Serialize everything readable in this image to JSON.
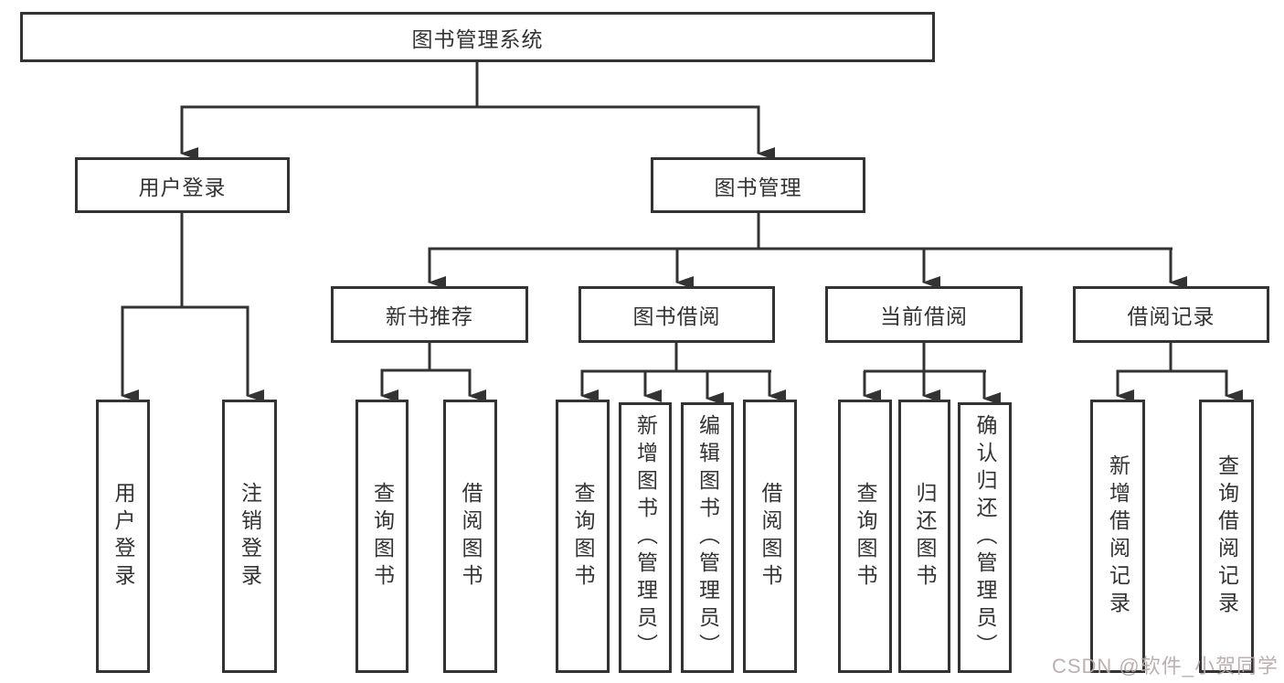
{
  "diagram": {
    "root": {
      "label": "图书管理系统"
    },
    "branches": [
      {
        "label": "用户登录",
        "children": [
          {
            "label": "用户登录"
          },
          {
            "label": "注销登录"
          }
        ]
      },
      {
        "label": "图书管理",
        "children": [
          {
            "label": "新书推荐",
            "children": [
              {
                "label": "查询图书"
              },
              {
                "label": "借阅图书"
              }
            ]
          },
          {
            "label": "图书借阅",
            "children": [
              {
                "label": "查询图书"
              },
              {
                "label": "新增图书（管理员）"
              },
              {
                "label": "编辑图书（管理员）"
              },
              {
                "label": "借阅图书"
              }
            ]
          },
          {
            "label": "当前借阅",
            "children": [
              {
                "label": "查询图书"
              },
              {
                "label": "归还图书"
              },
              {
                "label": "确认归还（管理员）"
              }
            ]
          },
          {
            "label": "借阅记录",
            "children": [
              {
                "label": "新增借阅记录"
              },
              {
                "label": "查询借阅记录"
              }
            ]
          }
        ]
      }
    ]
  },
  "watermark": {
    "text": "CSDN @软件_小贺同学"
  },
  "colors": {
    "line": "#333333",
    "text": "#333333",
    "background": "#ffffff",
    "watermark": "#b6a8aa"
  }
}
